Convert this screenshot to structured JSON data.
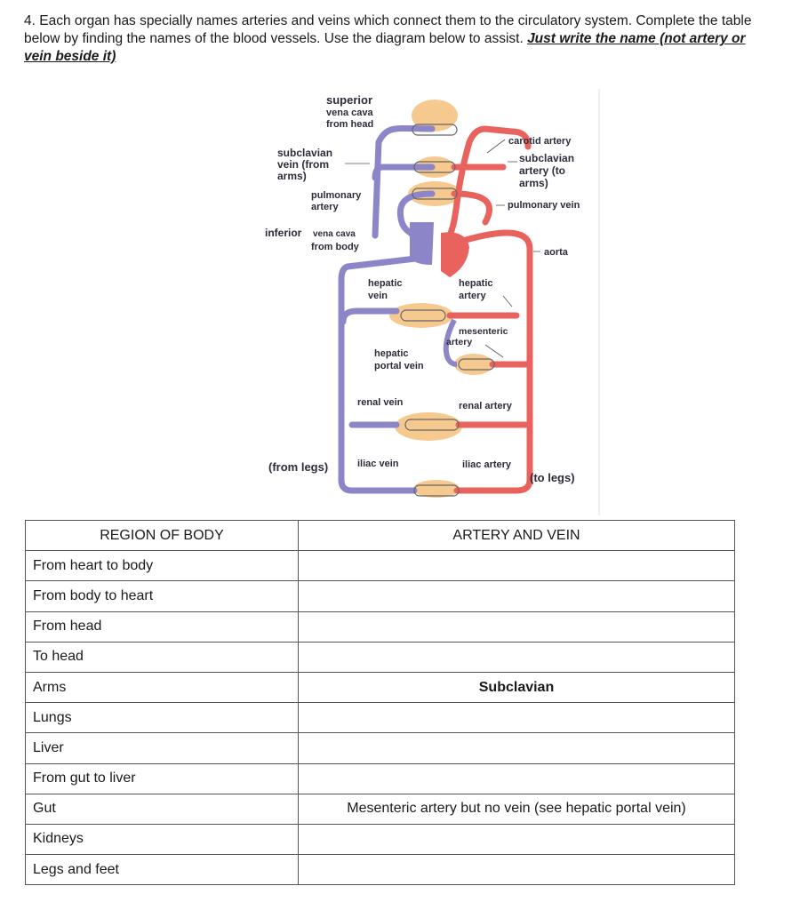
{
  "question": {
    "line1": "4. Each organ has specially names arteries and veins which connect them to the circulatory system.  Complete the table",
    "line2_plain": "below by finding the names of the blood vessels.  Use the diagram below to assist. ",
    "line2_emph": "Just write the name (not artery or",
    "line3_emph": "vein beside it)"
  },
  "diagram": {
    "labels": {
      "svc": [
        "superior",
        "vena cava",
        "from head"
      ],
      "subclavian_vein": [
        "subclavian",
        "vein (from",
        "arms)"
      ],
      "pulmonary_artery": [
        "pulmonary",
        "artery"
      ],
      "ivc_1": "inferior",
      "ivc_2": "vena cava",
      "ivc_3": "from body",
      "carotid": "carotid artery",
      "subclavian_artery": [
        "subclavian",
        "artery (to",
        "arms)"
      ],
      "pulmonary_vein": "pulmonary vein",
      "aorta": "aorta",
      "hepatic_vein": [
        "hepatic",
        "vein"
      ],
      "hepatic_artery": [
        "hepatic",
        "artery"
      ],
      "mesenteric": [
        "mesenteric",
        "artery"
      ],
      "hepatic_portal": [
        "hepatic",
        "portal vein"
      ],
      "renal_vein": "renal vein",
      "renal_artery": "renal artery",
      "from_legs": "(from legs)",
      "iliac_vein": "iliac vein",
      "iliac_artery": "iliac artery",
      "to_legs": "(to legs)"
    },
    "colors": {
      "vein": "#8c86c9",
      "artery": "#e8625e",
      "organ": "#f6c98f"
    }
  },
  "table": {
    "headers": [
      "REGION OF BODY",
      "ARTERY AND VEIN"
    ],
    "rows": [
      {
        "region": "From heart to body",
        "answer": ""
      },
      {
        "region": "From body to heart",
        "answer": ""
      },
      {
        "region": "From head",
        "answer": ""
      },
      {
        "region": "To head",
        "answer": ""
      },
      {
        "region": "Arms",
        "answer": "Subclavian"
      },
      {
        "region": "Lungs",
        "answer": ""
      },
      {
        "region": "Liver",
        "answer": ""
      },
      {
        "region": "From gut to liver",
        "answer": ""
      },
      {
        "region": "Gut",
        "answer": "Mesenteric artery but no vein (see hepatic portal vein)"
      },
      {
        "region": "Kidneys",
        "answer": ""
      },
      {
        "region": "Legs and feet",
        "answer": ""
      }
    ]
  }
}
